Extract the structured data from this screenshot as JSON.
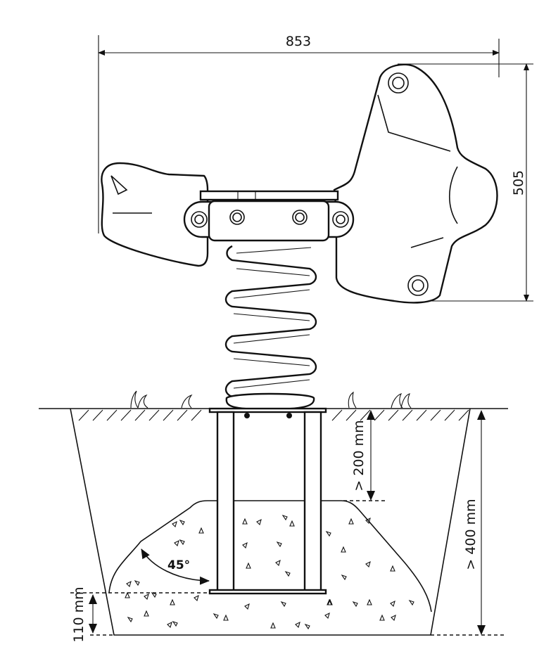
{
  "title": "Spring rocker installation drawing",
  "dimensions": {
    "width": "853",
    "height": "505",
    "depth_min_concrete_top": "> 200 mm",
    "depth_min_total": "> 400 mm",
    "base_thickness": "110 mm",
    "angle": "45°"
  },
  "colors": {
    "line": "#111111",
    "background": "#ffffff"
  }
}
